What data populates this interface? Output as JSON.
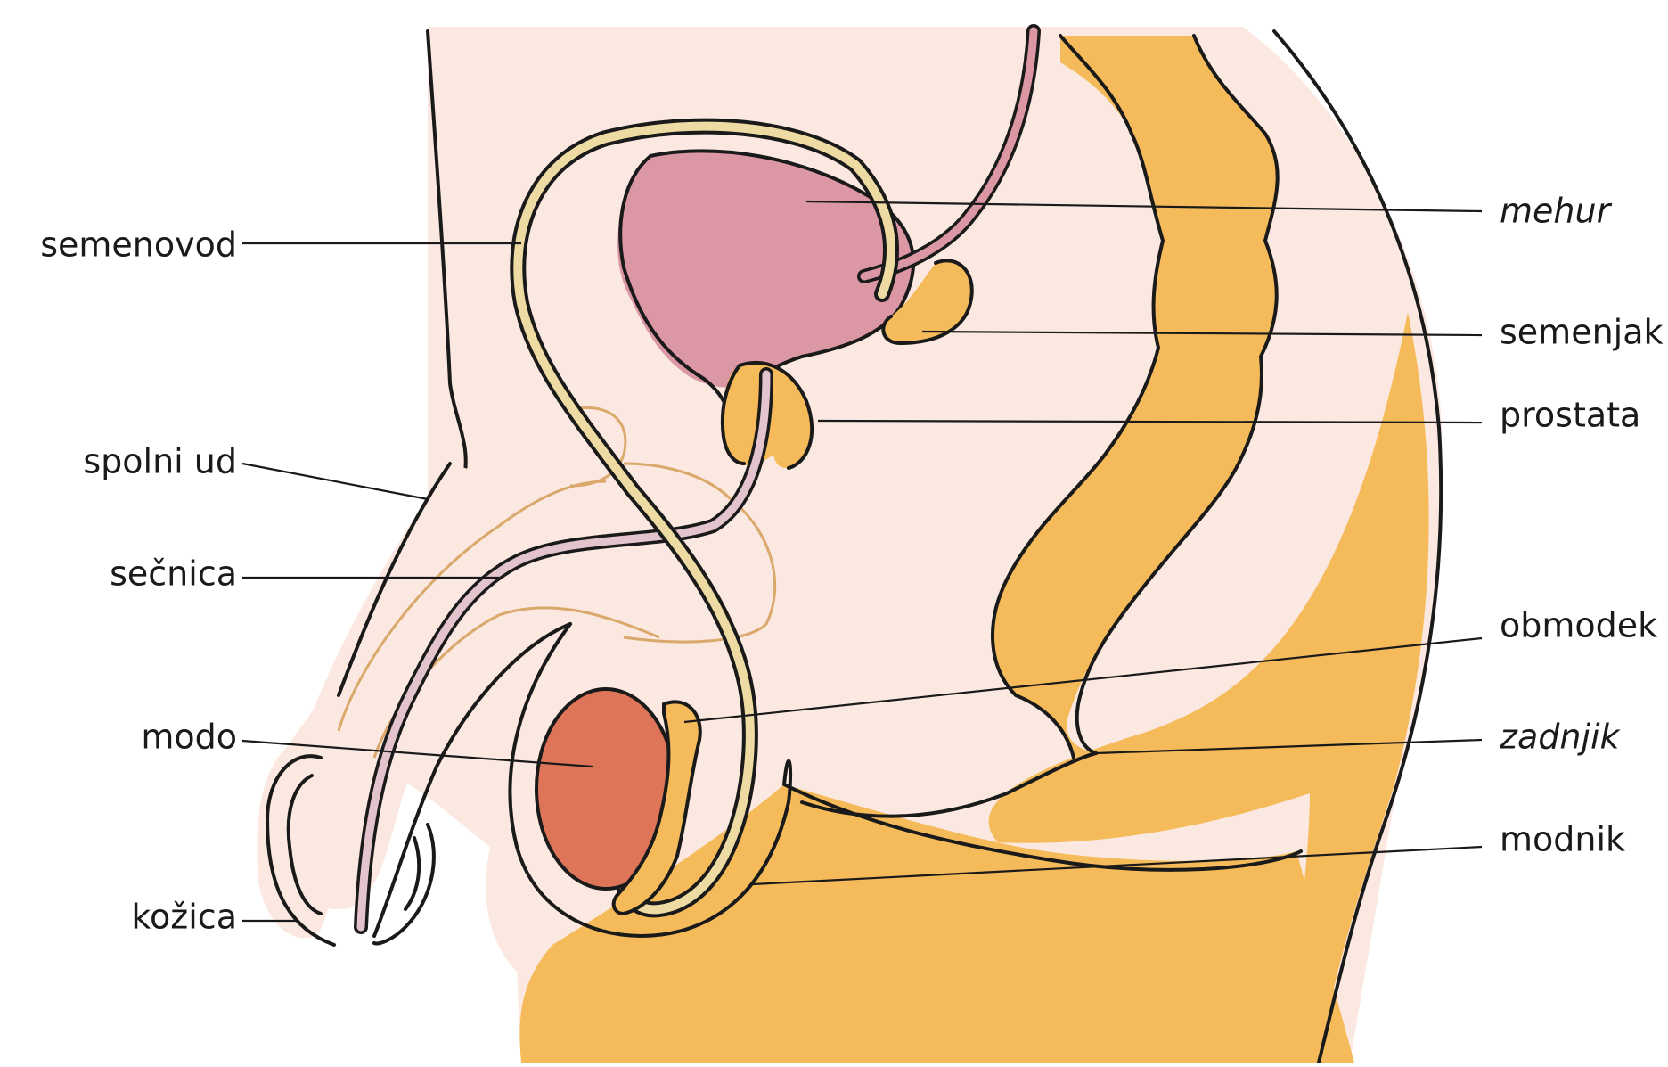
{
  "colors": {
    "background": "#ffffff",
    "body_tissue": "#fbe8e0",
    "orange_tissue": "#f5bb5a",
    "bladder": "#dc97a4",
    "testis": "#de7558",
    "duct": "#eedba3",
    "urethra": "#e3c3cc",
    "outline": "#1a1a1a"
  },
  "labels": {
    "semenovod": "semenovod",
    "spolni_ud": "spolni ud",
    "secnica": "sečnica",
    "modo": "modo",
    "kozica": "kožica",
    "mehur": "mehur",
    "semenjak": "semenjak",
    "prostata": "prostata",
    "obmodek": "obmodek",
    "zadnjik": "zadnjik",
    "modnik": "modnik"
  }
}
